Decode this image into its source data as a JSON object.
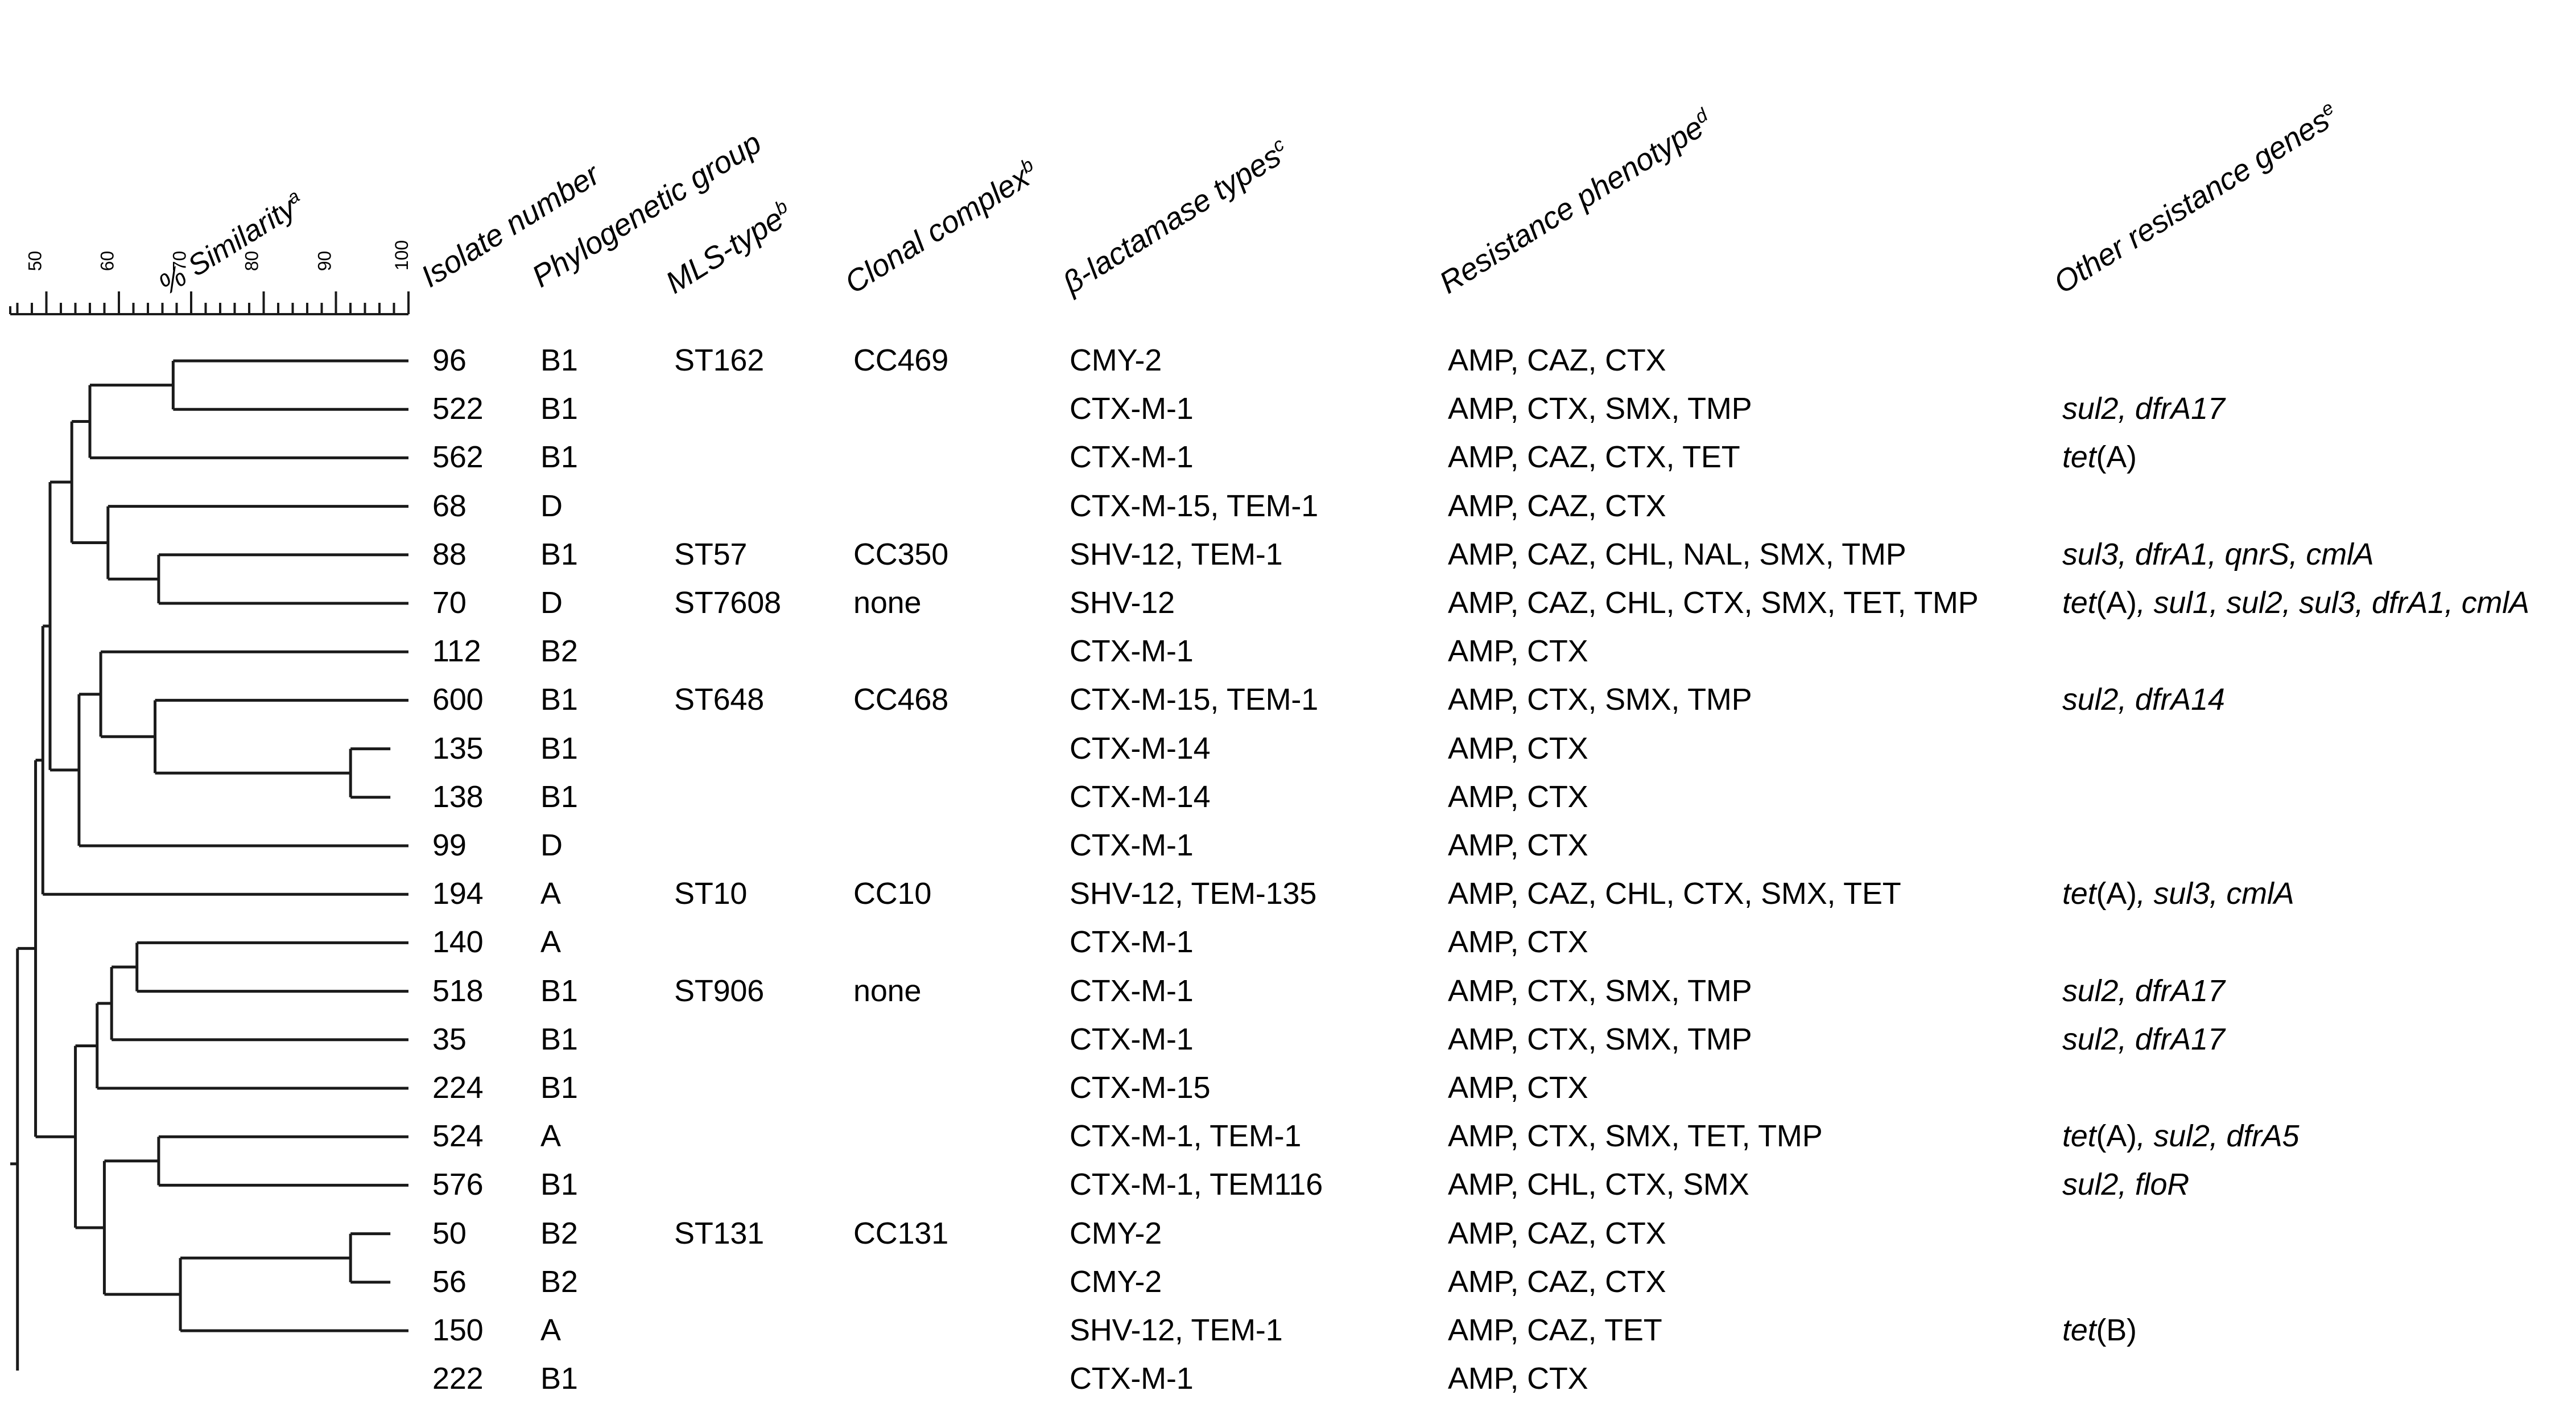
{
  "figure": {
    "type": "dendrogram-with-table",
    "background": "#ffffff",
    "line_color": "#1a1a1a"
  },
  "axis": {
    "label": "% Similarity",
    "label_superscript": "a",
    "ticks": [
      "50",
      "60",
      "70",
      "80",
      "90",
      "100"
    ],
    "range": [
      45,
      100
    ],
    "minor_tick_step": 2
  },
  "headers": [
    {
      "key": "isolate",
      "label": "Isolate number",
      "sup": ""
    },
    {
      "key": "phylo",
      "label": "Phylogenetic group",
      "sup": ""
    },
    {
      "key": "mls",
      "label": "MLS-type",
      "sup": "b"
    },
    {
      "key": "cc",
      "label": "Clonal complex",
      "sup": "b"
    },
    {
      "key": "bla",
      "label": "β-lactamase types",
      "sup": "c"
    },
    {
      "key": "phenotype",
      "label": "Resistance phenotype",
      "sup": "d"
    },
    {
      "key": "genes",
      "label": "Other resistance genes",
      "sup": "e"
    }
  ],
  "rows": [
    {
      "isolate": "96",
      "phylo": "B1",
      "mls": "ST162",
      "cc": "CC469",
      "bla": "CMY-2",
      "phenotype": "AMP, CAZ, CTX",
      "genes": ""
    },
    {
      "isolate": "522",
      "phylo": "B1",
      "mls": "",
      "cc": "",
      "bla": "CTX-M-1",
      "phenotype": "AMP, CTX, SMX, TMP",
      "genes": "sul2, dfrA17"
    },
    {
      "isolate": "562",
      "phylo": "B1",
      "mls": "",
      "cc": "",
      "bla": "CTX-M-1",
      "phenotype": "AMP, CAZ, CTX, TET",
      "genes": "tet(A)"
    },
    {
      "isolate": "68",
      "phylo": "D",
      "mls": "",
      "cc": "",
      "bla": "CTX-M-15, TEM-1",
      "phenotype": "AMP, CAZ, CTX",
      "genes": ""
    },
    {
      "isolate": "88",
      "phylo": "B1",
      "mls": "ST57",
      "cc": "CC350",
      "bla": "SHV-12, TEM-1",
      "phenotype": "AMP, CAZ, CHL, NAL, SMX, TMP",
      "genes": "sul3, dfrA1, qnrS, cmlA"
    },
    {
      "isolate": "70",
      "phylo": "D",
      "mls": "ST7608",
      "cc": "none",
      "bla": "SHV-12",
      "phenotype": "AMP, CAZ, CHL, CTX, SMX, TET, TMP",
      "genes": "tet(A), sul1, sul2, sul3, dfrA1, cmlA"
    },
    {
      "isolate": "112",
      "phylo": "B2",
      "mls": "",
      "cc": "",
      "bla": "CTX-M-1",
      "phenotype": "AMP, CTX",
      "genes": ""
    },
    {
      "isolate": "600",
      "phylo": "B1",
      "mls": "ST648",
      "cc": "CC468",
      "bla": "CTX-M-15, TEM-1",
      "phenotype": "AMP, CTX, SMX, TMP",
      "genes": "sul2, dfrA14"
    },
    {
      "isolate": "135",
      "phylo": "B1",
      "mls": "",
      "cc": "",
      "bla": "CTX-M-14",
      "phenotype": "AMP, CTX",
      "genes": ""
    },
    {
      "isolate": "138",
      "phylo": "B1",
      "mls": "",
      "cc": "",
      "bla": "CTX-M-14",
      "phenotype": "AMP, CTX",
      "genes": ""
    },
    {
      "isolate": "99",
      "phylo": "D",
      "mls": "",
      "cc": "",
      "bla": "CTX-M-1",
      "phenotype": "AMP, CTX",
      "genes": ""
    },
    {
      "isolate": "194",
      "phylo": "A",
      "mls": "ST10",
      "cc": "CC10",
      "bla": "SHV-12, TEM-135",
      "phenotype": "AMP, CAZ, CHL, CTX, SMX, TET",
      "genes": "tet(A), sul3, cmlA"
    },
    {
      "isolate": "140",
      "phylo": "A",
      "mls": "",
      "cc": "",
      "bla": "CTX-M-1",
      "phenotype": "AMP, CTX",
      "genes": ""
    },
    {
      "isolate": "518",
      "phylo": "B1",
      "mls": "ST906",
      "cc": "none",
      "bla": "CTX-M-1",
      "phenotype": "AMP, CTX, SMX, TMP",
      "genes": "sul2, dfrA17"
    },
    {
      "isolate": "35",
      "phylo": "B1",
      "mls": "",
      "cc": "",
      "bla": "CTX-M-1",
      "phenotype": "AMP, CTX, SMX, TMP",
      "genes": "sul2, dfrA17"
    },
    {
      "isolate": "224",
      "phylo": "B1",
      "mls": "",
      "cc": "",
      "bla": "CTX-M-15",
      "phenotype": "AMP, CTX",
      "genes": ""
    },
    {
      "isolate": "524",
      "phylo": "A",
      "mls": "",
      "cc": "",
      "bla": "CTX-M-1, TEM-1",
      "phenotype": "AMP, CTX, SMX, TET, TMP",
      "genes": "tet(A), sul2, dfrA5"
    },
    {
      "isolate": "576",
      "phylo": "B1",
      "mls": "",
      "cc": "",
      "bla": "CTX-M-1, TEM116",
      "phenotype": "AMP, CHL, CTX, SMX",
      "genes": "sul2, floR"
    },
    {
      "isolate": "50",
      "phylo": "B2",
      "mls": "ST131",
      "cc": "CC131",
      "bla": "CMY-2",
      "phenotype": "AMP, CAZ, CTX",
      "genes": ""
    },
    {
      "isolate": "56",
      "phylo": "B2",
      "mls": "",
      "cc": "",
      "bla": "CMY-2",
      "phenotype": "AMP, CAZ, CTX",
      "genes": ""
    },
    {
      "isolate": "150",
      "phylo": "A",
      "mls": "",
      "cc": "",
      "bla": "SHV-12, TEM-1",
      "phenotype": "AMP, CAZ, TET",
      "genes": "tet(B)"
    },
    {
      "isolate": "222",
      "phylo": "B1",
      "mls": "",
      "cc": "",
      "bla": "CTX-M-1",
      "phenotype": "AMP, CTX",
      "genes": ""
    }
  ],
  "chart_data": {
    "type": "dendrogram",
    "title": "",
    "xlabel": "% Similarity",
    "axis_ticks": [
      50,
      60,
      70,
      80,
      90,
      100
    ],
    "axis_range": [
      45,
      100
    ],
    "leaves": [
      "96",
      "522",
      "562",
      "68",
      "88",
      "70",
      "112",
      "600",
      "135",
      "138",
      "99",
      "194",
      "140",
      "518",
      "35",
      "224",
      "524",
      "576",
      "50",
      "56",
      "150",
      "222"
    ],
    "leaf_similarity": [
      100,
      100,
      100,
      100,
      100,
      100,
      100,
      100,
      97.5,
      97.5,
      100,
      100,
      100,
      100,
      100,
      100,
      100,
      100,
      97.5,
      97.5,
      100,
      100
    ],
    "merges": [
      {
        "children": [
          "96",
          "522"
        ],
        "similarity": 67.5
      },
      {
        "children": [
          "n0",
          "562"
        ],
        "similarity": 56.0
      },
      {
        "children": [
          "135",
          "138"
        ],
        "similarity": 92.0
      },
      {
        "children": [
          "600",
          "n2"
        ],
        "similarity": 65.0
      },
      {
        "children": [
          "112",
          "n3"
        ],
        "similarity": 57.5
      },
      {
        "children": [
          "n4",
          "99"
        ],
        "similarity": 54.5
      },
      {
        "children": [
          "88",
          "70"
        ],
        "similarity": 65.5
      },
      {
        "children": [
          "68",
          "n6"
        ],
        "similarity": 58.5
      },
      {
        "children": [
          "n1",
          "n7"
        ],
        "similarity": 53.5
      },
      {
        "children": [
          "n8",
          "n5"
        ],
        "similarity": 50.5
      },
      {
        "children": [
          "140",
          "518"
        ],
        "similarity": 62.5
      },
      {
        "children": [
          "n10",
          "35"
        ],
        "similarity": 59.0
      },
      {
        "children": [
          "n11",
          "224"
        ],
        "similarity": 57.0
      },
      {
        "children": [
          "50",
          "56"
        ],
        "similarity": 92.0
      },
      {
        "children": [
          "n13",
          "150"
        ],
        "similarity": 68.5
      },
      {
        "children": [
          "524",
          "576"
        ],
        "similarity": 65.5
      },
      {
        "children": [
          "n15",
          "n14"
        ],
        "similarity": 58.0
      },
      {
        "children": [
          "n12",
          "n16"
        ],
        "similarity": 54.0
      },
      {
        "children": [
          "n9",
          "194"
        ],
        "similarity": 49.5
      },
      {
        "children": [
          "n18",
          "n17"
        ],
        "similarity": 48.5
      },
      {
        "children": [
          "n19",
          "222"
        ],
        "similarity": 46.0
      }
    ],
    "grid": false,
    "legend": "none"
  }
}
